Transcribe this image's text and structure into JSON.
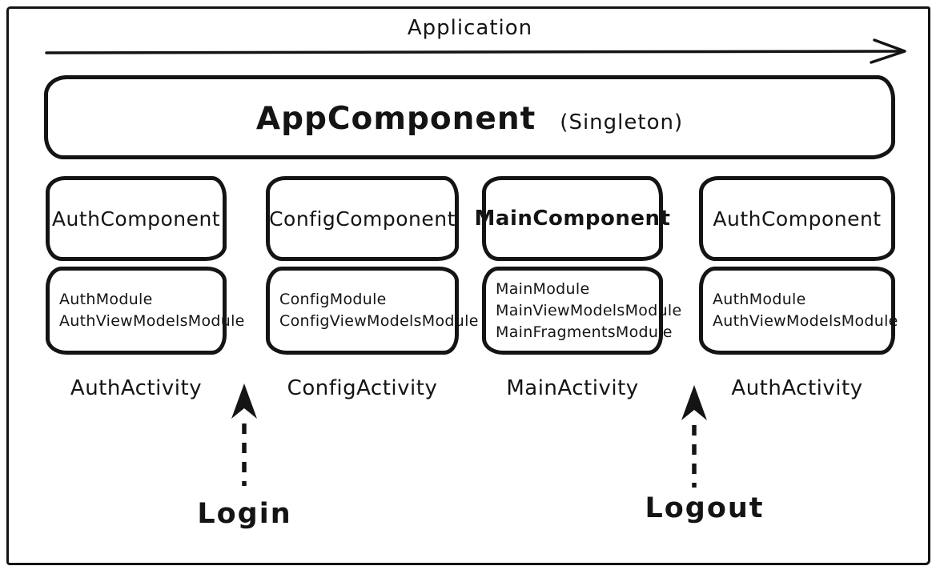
{
  "diagram": {
    "title": "Application",
    "app_component": {
      "name": "AppComponent",
      "annotation": "(Singleton)"
    },
    "columns": [
      {
        "component": "AuthComponent",
        "modules": [
          "AuthModule",
          "AuthViewModelsModule"
        ],
        "activity": "AuthActivity"
      },
      {
        "component": "ConfigComponent",
        "modules": [
          "ConfigModule",
          "ConfigViewModelsModule"
        ],
        "activity": "ConfigActivity"
      },
      {
        "component": "MainComponent",
        "modules": [
          "MainModule",
          "MainViewModelsModule",
          "MainFragmentsModule"
        ],
        "activity": "MainActivity"
      },
      {
        "component": "AuthComponent",
        "modules": [
          "AuthModule",
          "AuthViewModelsModule"
        ],
        "activity": "AuthActivity"
      }
    ],
    "actions": [
      {
        "label": "Login"
      },
      {
        "label": "Logout"
      }
    ],
    "colors": {
      "ink": "#141414",
      "background": "#ffffff"
    }
  }
}
